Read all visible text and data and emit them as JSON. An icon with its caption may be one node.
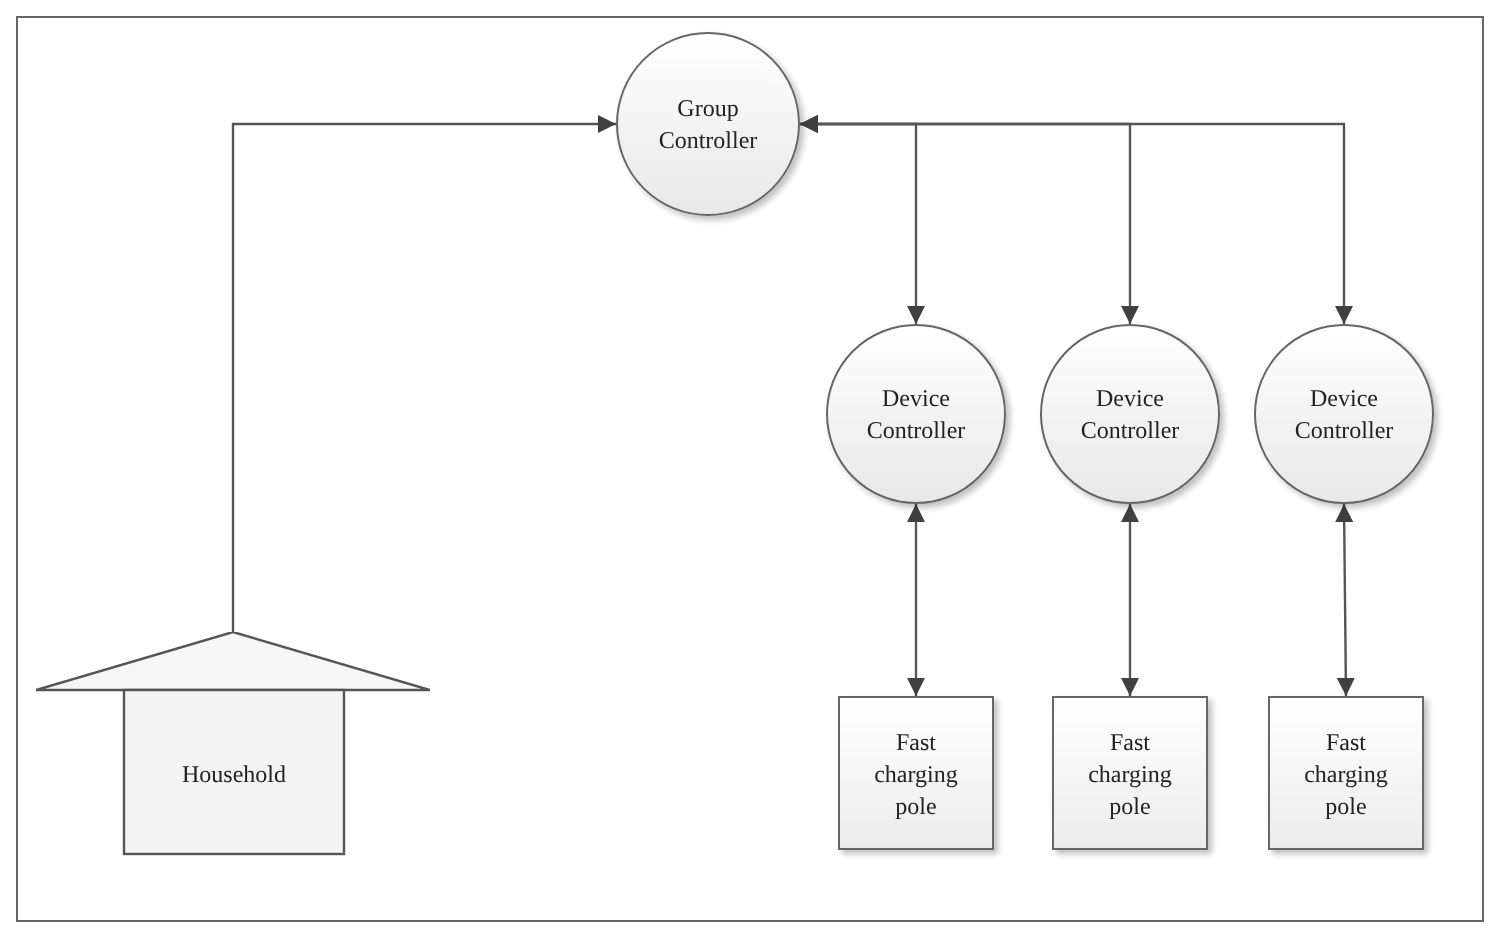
{
  "diagram": {
    "nodes": [
      {
        "text": [
          "Group Controller"
        ]
      },
      {
        "text": [
          "Device Controller"
        ]
      },
      {
        "text": [
          "Device Controller"
        ]
      },
      {
        "text": [
          "Device Controller"
        ]
      },
      {
        "text": [
          "Household"
        ]
      },
      {
        "text": [
          "Fast charging pole"
        ]
      },
      {
        "text": [
          "Fast charging pole"
        ]
      },
      {
        "text": [
          "Fast charging pole"
        ]
      }
    ],
    "edges": [
      {
        "from": 4,
        "to": 0,
        "arrow": "to"
      },
      {
        "from": 0,
        "to": 1,
        "arrow": "both"
      },
      {
        "from": 0,
        "to": 2,
        "arrow": "both"
      },
      {
        "from": 0,
        "to": 3,
        "arrow": "both"
      },
      {
        "from": 1,
        "to": 5,
        "arrow": "both"
      },
      {
        "from": 2,
        "to": 6,
        "arrow": "both"
      },
      {
        "from": 3,
        "to": 7,
        "arrow": "both"
      }
    ]
  }
}
